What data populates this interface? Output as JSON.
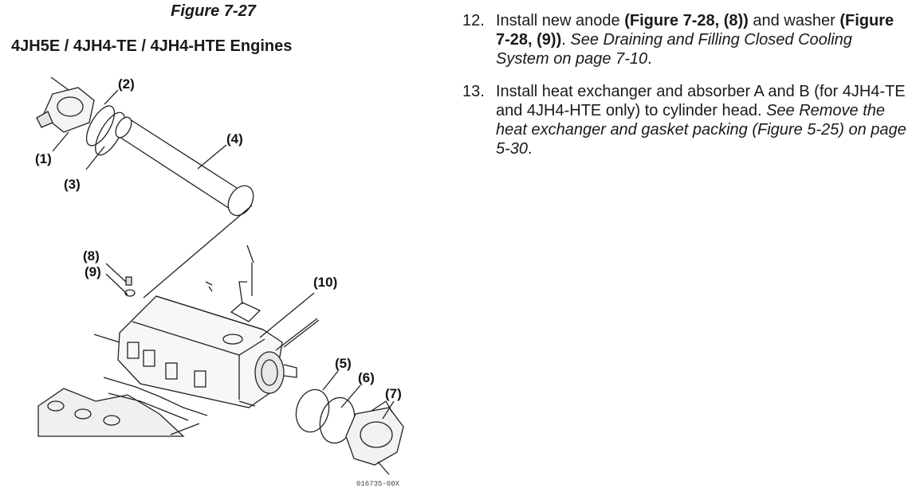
{
  "figure": {
    "caption": "Figure 7-27",
    "subtitle": "4JH5E / 4JH4-TE / 4JH4-HTE Engines",
    "part_number": "016735-00X",
    "callouts": [
      "(1)",
      "(2)",
      "(3)",
      "(4)",
      "(5)",
      "(6)",
      "(7)",
      "(8)",
      "(9)",
      "(10)"
    ]
  },
  "steps": [
    {
      "number": "12.",
      "segments": [
        {
          "t": "Install new anode ",
          "s": "normal"
        },
        {
          "t": "(Figure 7-28, (8))",
          "s": "bold"
        },
        {
          "t": " and washer ",
          "s": "normal"
        },
        {
          "t": "(Figure 7-28, (9))",
          "s": "bold"
        },
        {
          "t": ". ",
          "s": "normal"
        },
        {
          "t": "See Draining and Filling Closed Cooling System on page 7-10",
          "s": "italic"
        },
        {
          "t": ".",
          "s": "normal"
        }
      ]
    },
    {
      "number": "13.",
      "segments": [
        {
          "t": "Install heat exchanger and absorber A and B (for 4JH4-TE and 4JH4-HTE only) to cylinder head. ",
          "s": "normal"
        },
        {
          "t": "See Remove the heat exchanger and gasket packing (Figure 5-25) on page 5-30",
          "s": "italic"
        },
        {
          "t": ".",
          "s": "normal"
        }
      ]
    }
  ]
}
